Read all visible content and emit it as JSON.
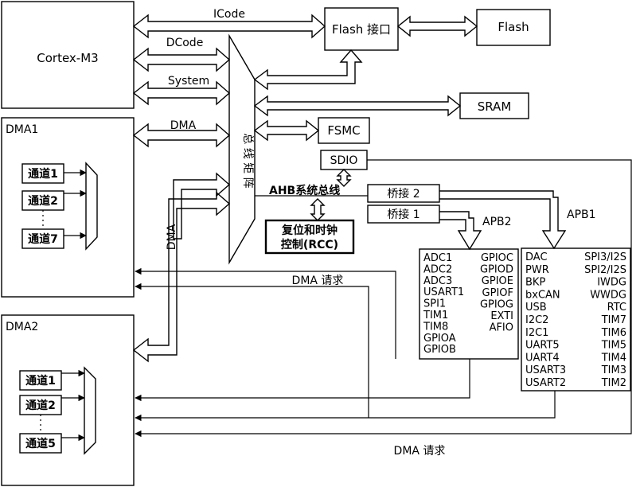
{
  "blocks": {
    "cortex": "Cortex-M3",
    "flash_interface": "Flash 接口",
    "flash": "Flash",
    "sram": "SRAM",
    "fsmc": "FSMC",
    "sdio": "SDIO",
    "dma1": "DMA1",
    "dma2": "DMA2",
    "bus_matrix": "总 线 矩 阵",
    "bridge2": "桥接 2",
    "bridge1": "桥接 1",
    "rcc_line1": "复位和时钟",
    "rcc_line2": "控制(RCC)"
  },
  "buses": {
    "icode": "ICode",
    "dcode": "DCode",
    "system": "System",
    "dma": "DMA",
    "ahb": "AHB系统总线",
    "apb2": "APB2",
    "apb1": "APB1",
    "dma_vertical": "DMA",
    "dma_request_1": "DMA 请求",
    "dma_request_2": "DMA 请求"
  },
  "dma1_channels": [
    "通道1",
    "通道2",
    "通道7"
  ],
  "dma2_channels": [
    "通道1",
    "通道2",
    "通道5"
  ],
  "apb2_left": [
    "ADC1",
    "ADC2",
    "ADC3",
    "USART1",
    "SPI1",
    "TIM1",
    "TIM8",
    "GPIOA",
    "GPIOB"
  ],
  "apb2_right": [
    "GPIOC",
    "GPIOD",
    "GPIOE",
    "GPIOF",
    "GPIOG",
    "EXTI",
    "AFIO"
  ],
  "apb1_left": [
    "DAC",
    "PWR",
    "BKP",
    "bxCAN",
    "USB",
    "I2C2",
    "I2C1",
    "UART5",
    "UART4",
    "USART3",
    "USART2"
  ],
  "apb1_right": [
    "SPI3/I2S",
    "SPI2/I2S",
    "IWDG",
    "WWDG",
    "RTC",
    "TIM7",
    "TIM6",
    "TIM5",
    "TIM4",
    "TIM3",
    "TIM2"
  ]
}
